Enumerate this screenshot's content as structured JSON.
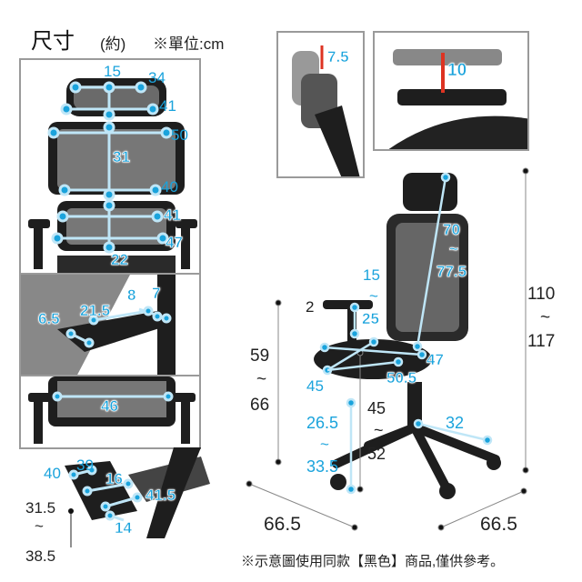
{
  "header": {
    "title": "尺寸",
    "approx": "(約)",
    "unit": "※單位:cm"
  },
  "colors": {
    "accent": "#1aa3dc",
    "chair": "#1e1e1e",
    "frame": "#9a9a9a"
  },
  "back_panel": {
    "labels": [
      "15",
      "34",
      "41",
      "50",
      "31",
      "40",
      "41",
      "47",
      "22"
    ]
  },
  "armrest_panel": {
    "labels": [
      "6.5",
      "21.5",
      "8",
      "7"
    ]
  },
  "seat_panel": {
    "labels": [
      "46"
    ]
  },
  "footrest_panel": {
    "labels": [
      "40",
      "39",
      "16",
      "41.5",
      "14"
    ],
    "height_min": "31.5",
    "height_sep": "~",
    "height_max": "38.5"
  },
  "inset_armrest": {
    "label": "7.5"
  },
  "inset_headrest": {
    "label": "10"
  },
  "main": {
    "back_height_min": "70",
    "back_height_sep": "~",
    "back_height_max": "77.5",
    "arm_adjust_min": "15",
    "arm_adjust_sep": "~",
    "arm_adjust_max": "25",
    "arm_width": "2",
    "seat_depth": "47",
    "seat_width": "50.5",
    "seat_front": "45",
    "arm_height_min": "59",
    "arm_height_sep": "~",
    "arm_height_max": "66",
    "seat_height_min": "45",
    "seat_height_sep": "~",
    "seat_height_max": "52",
    "foot_min": "26.5",
    "foot_sep": "~",
    "foot_max": "33.5",
    "base_radius": "32",
    "total_height_min": "110",
    "total_height_sep": "~",
    "total_height_max": "117",
    "base_depth": "66.5",
    "base_width": "66.5"
  },
  "footnote": "※示意圖使用同款【黑色】商品,僅供參考。"
}
